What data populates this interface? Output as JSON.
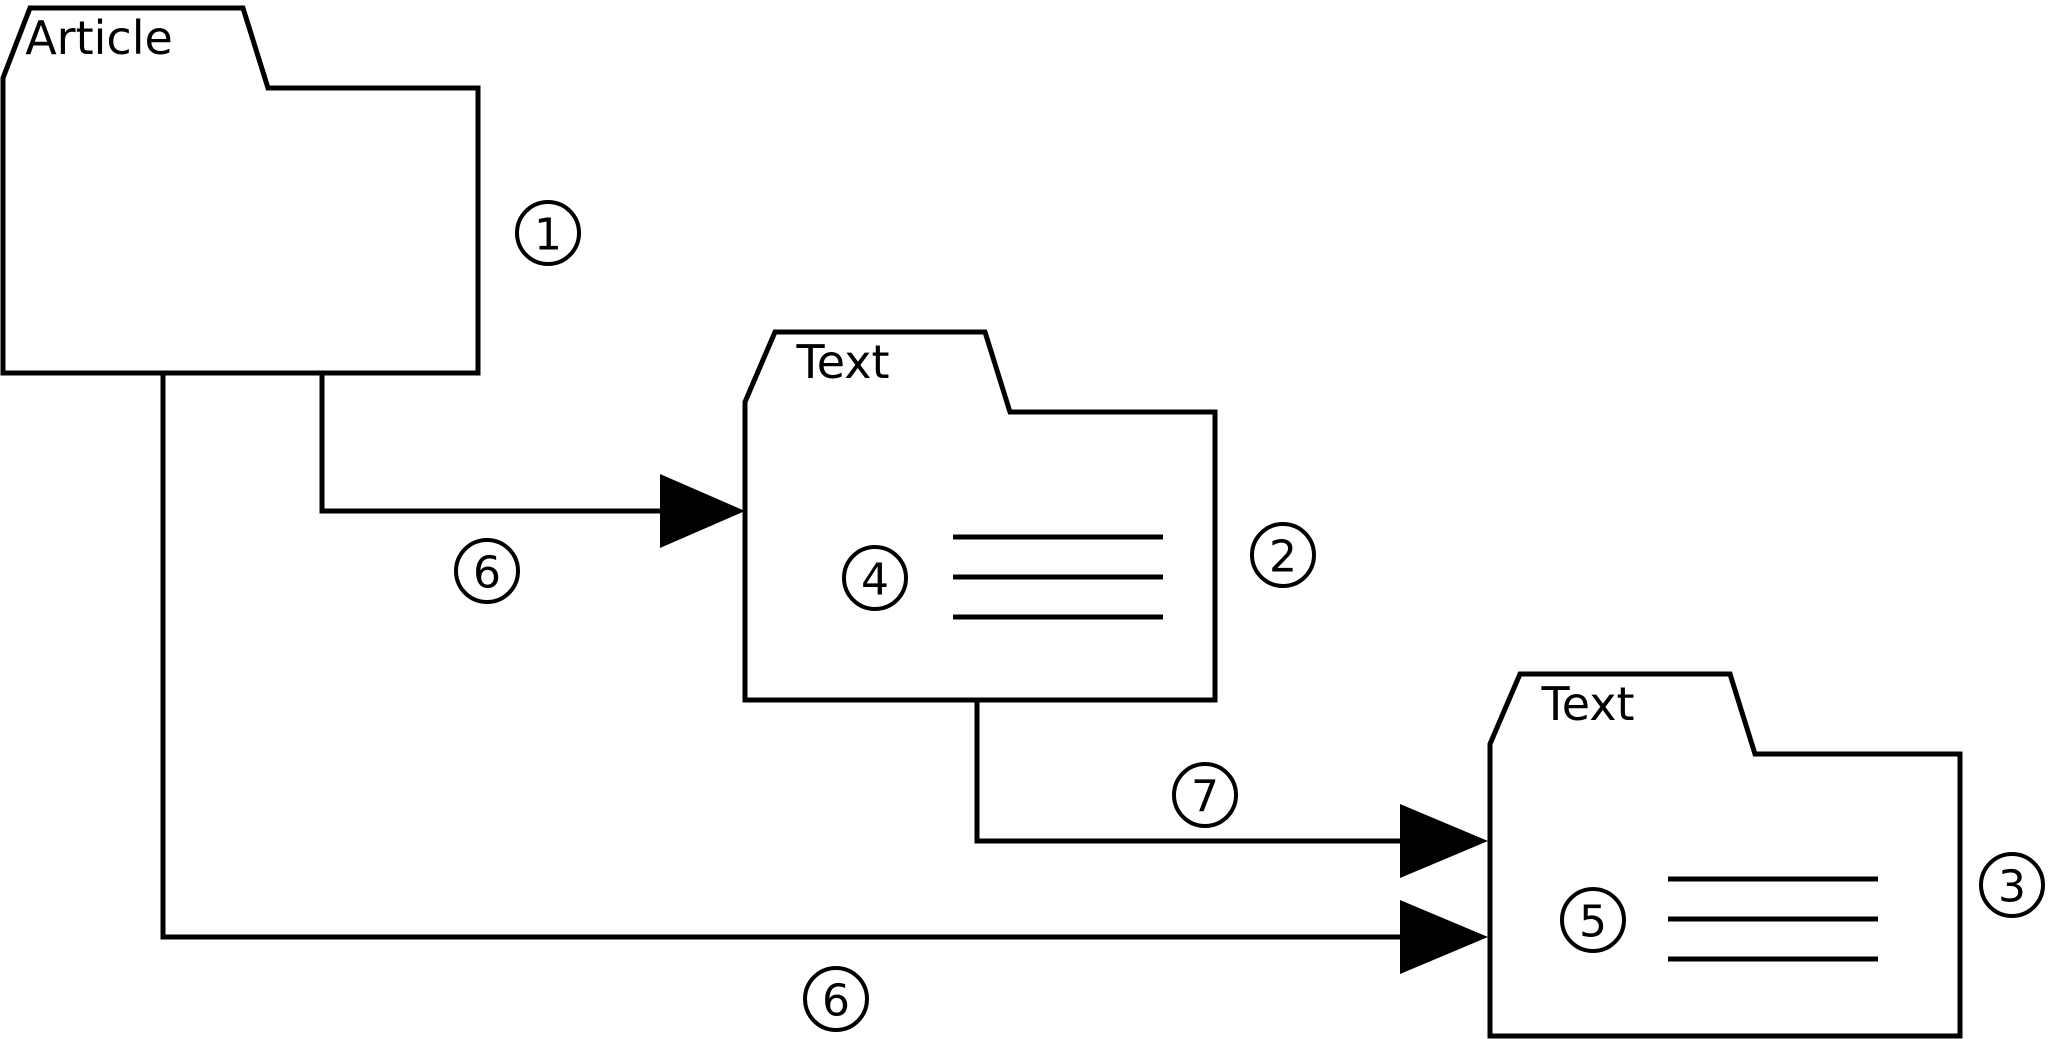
{
  "diagram": {
    "type": "folder-flow-diagram",
    "background_color": "#ffffff",
    "stroke_color": "#000000",
    "folders": [
      {
        "id": "article-folder",
        "title": "Article",
        "badge": "1",
        "badge_position": "right-outside",
        "has_content_lines": false,
        "content_badge": "",
        "content_line_count": 0
      },
      {
        "id": "text-folder-middle",
        "title": "Text",
        "badge": "2",
        "badge_position": "right-outside",
        "has_content_lines": true,
        "content_badge": "4",
        "content_line_count": 3
      },
      {
        "id": "text-folder-right",
        "title": "Text",
        "badge": "3",
        "badge_position": "right-outside",
        "has_content_lines": true,
        "content_badge": "5",
        "content_line_count": 3
      }
    ],
    "connectors": [
      {
        "id": "article-to-text-middle",
        "label": "6",
        "from": "article-folder",
        "to": "text-folder-middle",
        "arrow": true
      },
      {
        "id": "text-middle-to-text-right",
        "label": "7",
        "from": "text-folder-middle",
        "to": "text-folder-right",
        "arrow": true
      },
      {
        "id": "article-to-text-right",
        "label": "6",
        "from": "article-folder",
        "to": "text-folder-right",
        "arrow": true
      }
    ]
  }
}
